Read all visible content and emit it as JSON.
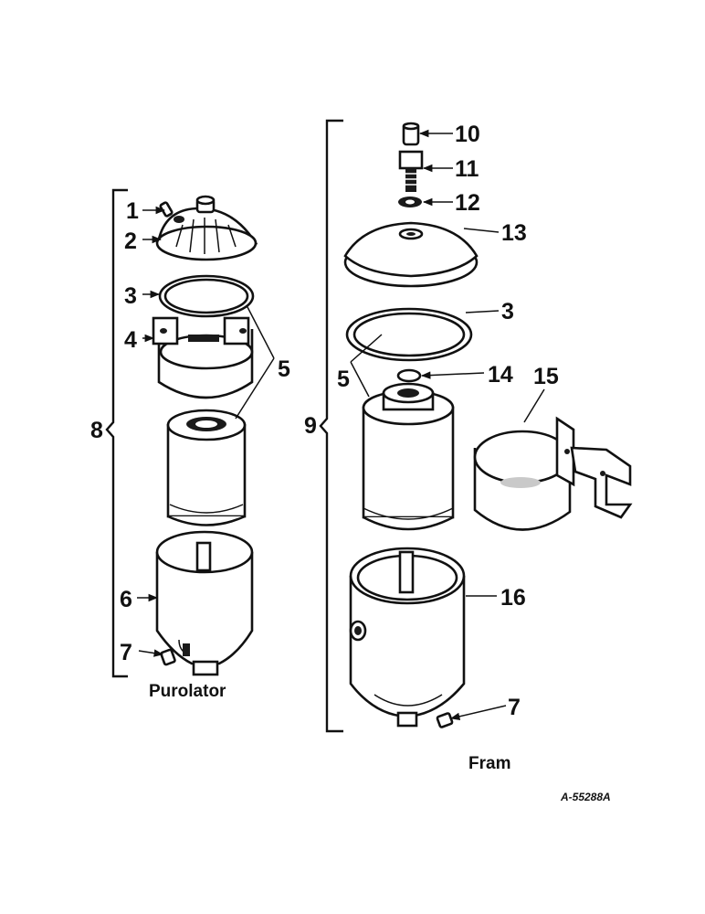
{
  "callouts": {
    "p1": "1",
    "p2": "2",
    "p3a": "3",
    "p4": "4",
    "p5a": "5",
    "p6": "6",
    "p7a": "7",
    "p8": "8",
    "p9": "9",
    "p10": "10",
    "p11": "11",
    "p12": "12",
    "p13": "13",
    "p3b": "3",
    "p5b": "5",
    "p14": "14",
    "p15": "15",
    "p16": "16",
    "p7b": "7"
  },
  "captions": {
    "left": "Purolator",
    "right": "Fram",
    "drawing_number": "A-55288A"
  }
}
